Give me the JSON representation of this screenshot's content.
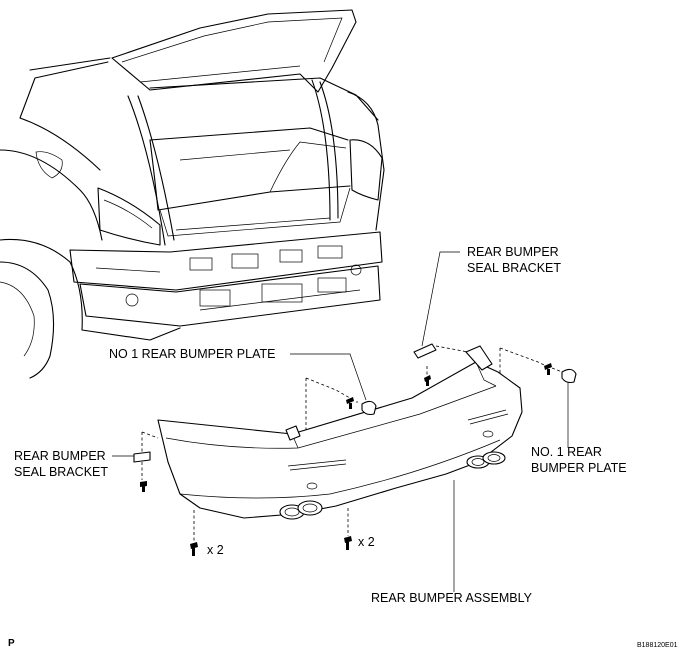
{
  "labels": {
    "seal_bracket_right_l1": "REAR BUMPER",
    "seal_bracket_right_l2": "SEAL BRACKET",
    "no1_plate_left": "NO  1 REAR BUMPER PLATE",
    "seal_bracket_left_l1": "REAR BUMPER",
    "seal_bracket_left_l2": "SEAL BRACKET",
    "no1_plate_right_l1": "NO. 1 REAR",
    "no1_plate_right_l2": "BUMPER PLATE",
    "qty_left": "x 2",
    "qty_mid": "x 2",
    "assembly": "REAR BUMPER ASSEMBLY"
  },
  "corner": {
    "page_marker": "P",
    "figure_id": "B188120E01"
  }
}
